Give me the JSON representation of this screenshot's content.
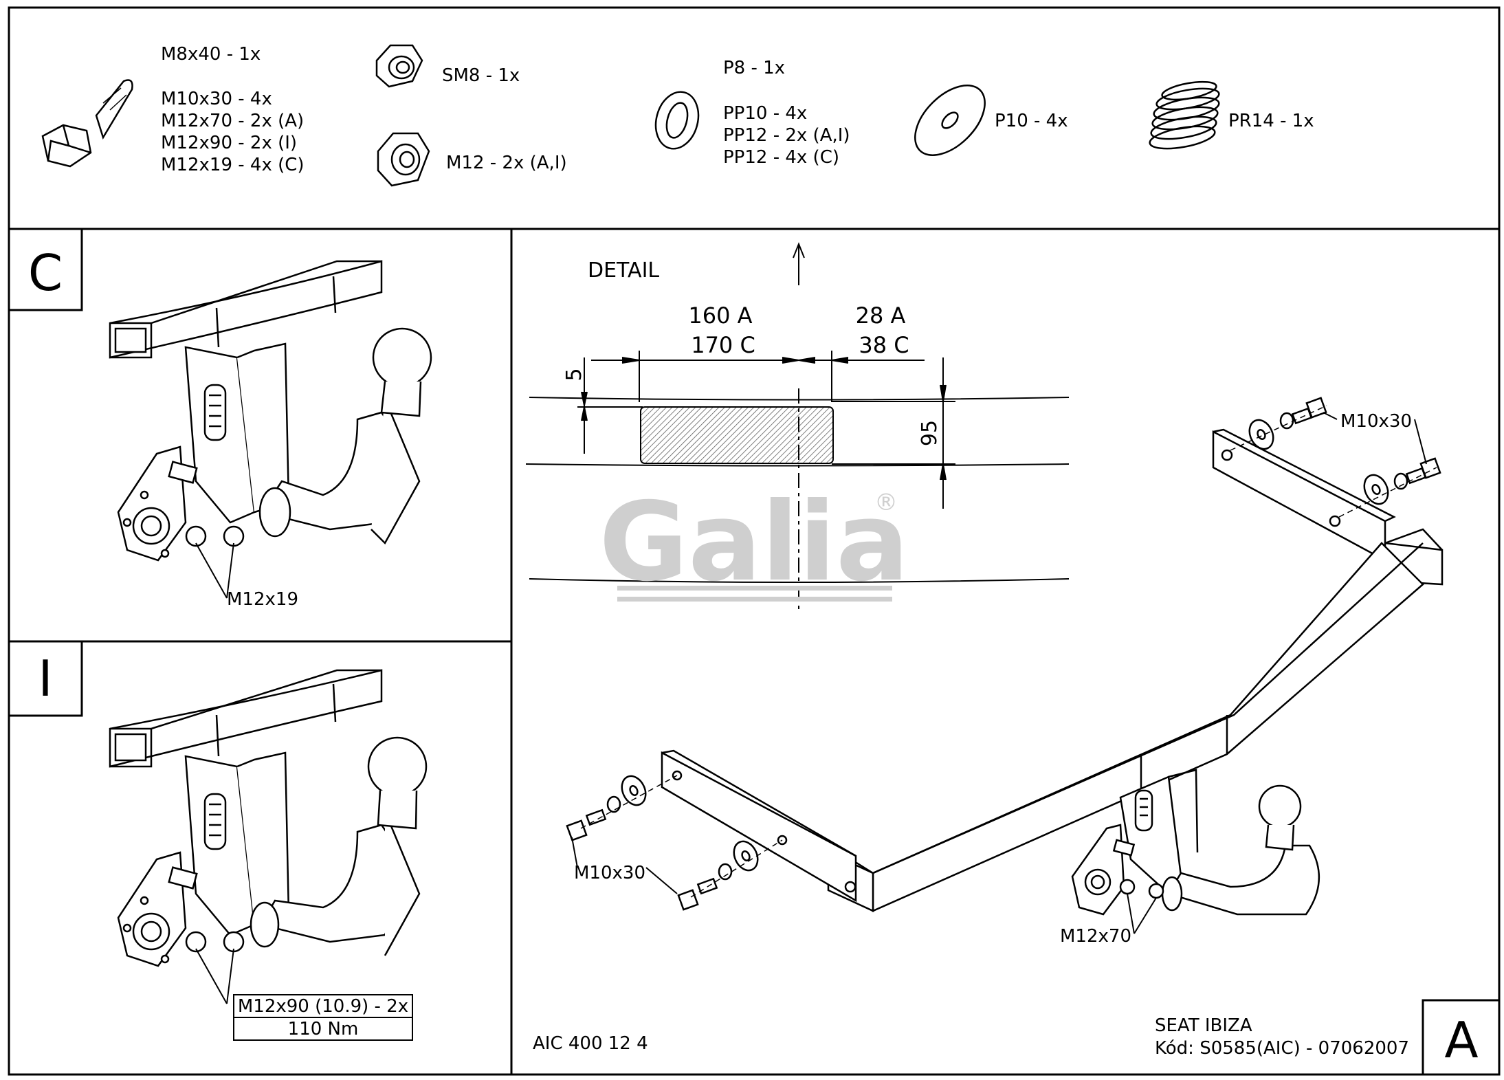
{
  "parts": {
    "bolts": [
      "M8x40 - 1x",
      "M10x30 - 4x",
      "M12x70 - 2x (A)",
      "M12x90 - 2x (I)",
      "M12x19 - 4x (C)"
    ],
    "nut_sm8": "SM8 - 1x",
    "nut_m12": "M12 - 2x (A,I)",
    "washers_p": [
      "P8 - 1x",
      "PP10 - 4x",
      "PP12 - 2x (A,I)",
      "PP12 - 4x (C)"
    ],
    "washer_p10": "P10 - 4x",
    "spring": "PR14 - 1x"
  },
  "panel_c": {
    "letter": "C",
    "callout": "M12x19"
  },
  "panel_i": {
    "letter": "I",
    "callout": "M12x90 (10.9) - 2x",
    "torque": "110 Nm"
  },
  "detail": {
    "title": "DETAIL",
    "dim_160": "160 A",
    "dim_170": "170 C",
    "dim_28": "28 A",
    "dim_38": "38 C",
    "dim_5": "5",
    "dim_95": "95"
  },
  "watermark": {
    "text": "Galia",
    "registered": "®"
  },
  "main": {
    "callout_m10_top": "M10x30",
    "callout_m10_left": "M10x30",
    "callout_m12x70": "M12x70",
    "code": "AIC 400 12 4",
    "vehicle": "SEAT IBIZA",
    "kod": "Kód: S0585(AIC) - 07062007",
    "letter": "A"
  }
}
